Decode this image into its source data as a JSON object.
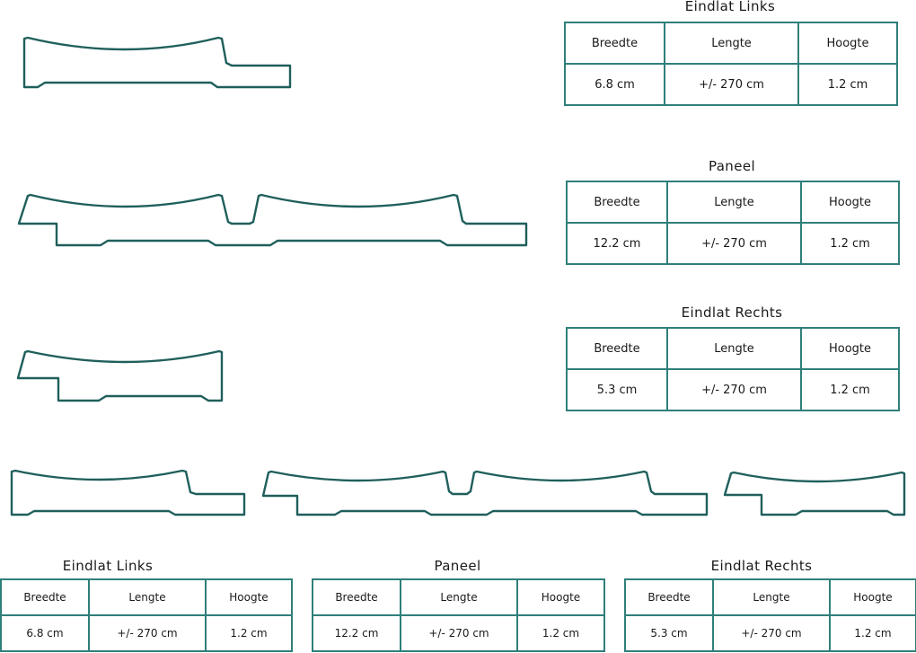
{
  "colors": {
    "profile_stroke": "#1f5f5c",
    "table_border": "#2f7f7a",
    "text": "#1a1a1a"
  },
  "headers": [
    "Breedte",
    "Lengte",
    "Hoogte"
  ],
  "specs": {
    "eindlat_links": {
      "title": "Eindlat Links",
      "breedte": "6.8 cm",
      "lengte": "+/- 270 cm",
      "hoogte": "1.2 cm"
    },
    "paneel": {
      "title": "Paneel",
      "breedte": "12.2 cm",
      "lengte": "+/- 270 cm",
      "hoogte": "1.2 cm"
    },
    "eindlat_rechts": {
      "title": "Eindlat Rechts",
      "breedte": "5.3 cm",
      "lengte": "+/- 270 cm",
      "hoogte": "1.2 cm"
    }
  }
}
